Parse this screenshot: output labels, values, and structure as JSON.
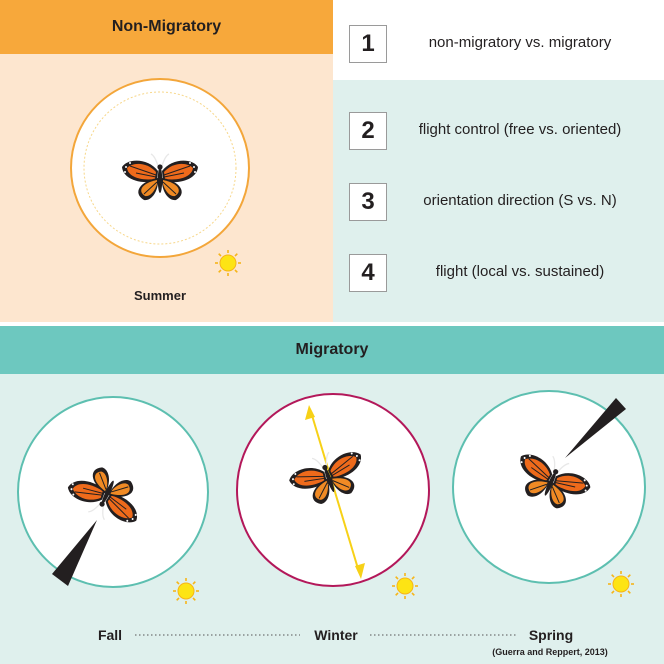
{
  "non_migratory": {
    "header": "Non-Migratory",
    "season": "Summer"
  },
  "criteria": [
    {
      "number": "1",
      "text": "non-migratory vs. migratory"
    },
    {
      "number": "2",
      "text": "flight control (free vs. oriented)"
    },
    {
      "number": "3",
      "text": "orientation direction (S vs. N)"
    },
    {
      "number": "4",
      "text": "flight (local vs. sustained)"
    }
  ],
  "migratory": {
    "header": "Migratory",
    "seasons": [
      "Fall",
      "Winter",
      "Spring"
    ],
    "citation": "(Guerra and Reppert, 2013)"
  },
  "colors": {
    "orange_header": "#f7a83b",
    "peach_panel": "#fde6cf",
    "teal_header": "#6dc8bf",
    "teal_panel": "#dff0ed",
    "orange_ring": "#f3a63a",
    "teal_ring": "#5dbfb0",
    "magenta_ring": "#b3185a",
    "yellow_arrow": "#f7d117",
    "sun": "#fde414"
  }
}
